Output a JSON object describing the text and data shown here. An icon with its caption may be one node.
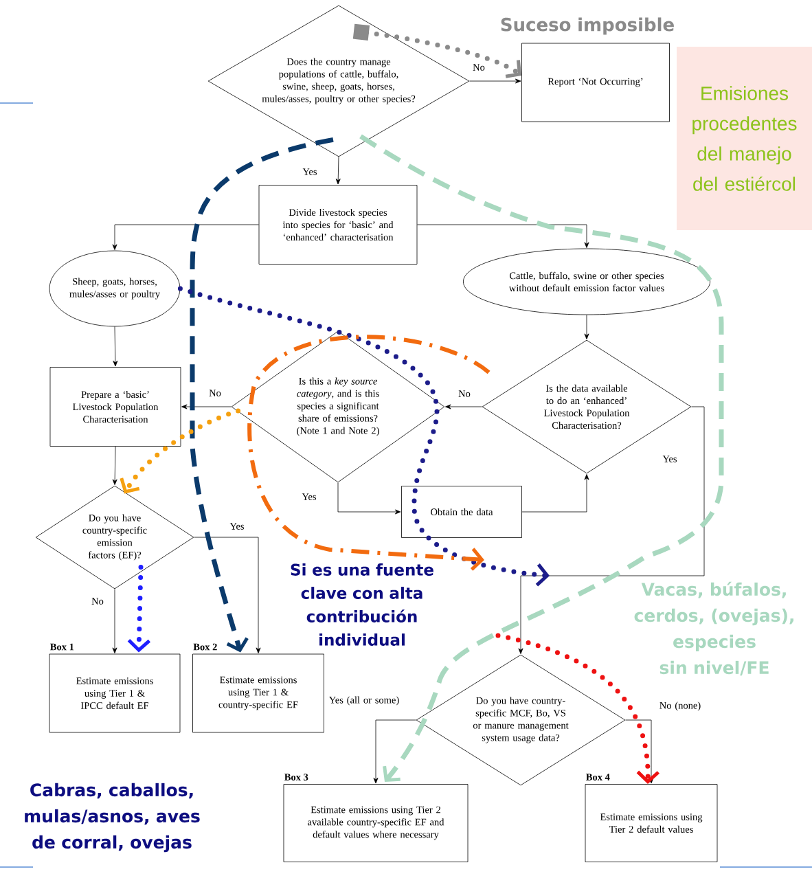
{
  "diagram": {
    "title": "Emisiones procedentes del manejo del estiércol",
    "nodes": [
      {
        "text": [
          "Does the country manage populations of cattle, buffalo, swine, sheep, goats, horses, mules/asses, poultry or other species?"
        ]
      },
      {
        "text": [
          "Report ‘Not Occurring’"
        ]
      },
      {
        "text": [
          "Divide livestock species into species for ‘basic’ and ‘enhanced’ characterisation"
        ]
      },
      {
        "text": [
          "Sheep, goats, horses, mules/asses or poultry"
        ]
      },
      {
        "text": [
          "Cattle, buffalo, swine or other species without default emission factor values"
        ]
      },
      {
        "text": [
          "Prepare a ‘basic’ Livestock Population Characterisation"
        ]
      },
      {
        "text": [
          "Is this a *key source category*, and is this species a significant share of emissions? (Note 1 and Note 2)"
        ]
      },
      {
        "text": [
          "Is the data available to do an ‘enhanced’ Livestock Population Characterisation?"
        ]
      },
      {
        "text": [
          "Obtain the data"
        ]
      },
      {
        "text": [
          "Do you have country-specific emission factors (EF)?"
        ]
      },
      {
        "text": [
          "Estimate emissions using Tier 1 & IPCC default EF"
        ],
        "beside": [
          "Box 1"
        ]
      },
      {
        "text": [
          "Estimate emissions using Tier 1 & country-specific EF"
        ],
        "beside": [
          "Box 2"
        ]
      },
      {
        "text": [
          "Do you have country-specific MCF, Bo, VS or manure management system usage data?"
        ]
      },
      {
        "text": [
          "Estimate emissions using Tier 2 available country-specific EF and default values where necessary"
        ],
        "beside": [
          "Box 3"
        ]
      },
      {
        "text": [
          "Estimate emissions using Tier 2 default values"
        ],
        "beside": [
          "Box 4"
        ]
      }
    ],
    "edges": [
      {
        "from": 0,
        "to": 1,
        "arrow": "to",
        "label": "No"
      },
      {
        "from": 0,
        "to": 2,
        "arrow": "to",
        "label": "Yes"
      },
      {
        "from": 2,
        "to": 3,
        "arrow": "to"
      },
      {
        "from": 2,
        "to": 4,
        "arrow": "to"
      },
      {
        "from": 3,
        "to": 5,
        "arrow": "to"
      },
      {
        "from": 4,
        "to": 7,
        "arrow": "to"
      },
      {
        "from": 7,
        "to": 6,
        "arrow": "to",
        "label": "No"
      },
      {
        "from": 7,
        "to": 12,
        "arrow": "to",
        "label": "Yes"
      },
      {
        "from": 6,
        "to": 5,
        "arrow": "to",
        "label": "No"
      },
      {
        "from": 6,
        "to": 8,
        "arrow": "to",
        "label": "Yes"
      },
      {
        "from": 8,
        "to": 7,
        "arrow": "to"
      },
      {
        "from": 5,
        "to": 9,
        "arrow": "to"
      },
      {
        "from": 9,
        "to": 10,
        "arrow": "to",
        "label": "No"
      },
      {
        "from": 9,
        "to": 11,
        "arrow": "to",
        "label": "Yes"
      },
      {
        "from": 12,
        "to": 13,
        "arrow": "to",
        "label": "Yes (all or some)"
      },
      {
        "from": 12,
        "to": 14,
        "arrow": "to",
        "label": "No (none)"
      },
      {
        "from": 0,
        "to": 1,
        "arrow": "to",
        "style": "dashed",
        "color": "#8a8a8a"
      },
      {
        "from": 0,
        "to": 11,
        "arrow": "to",
        "style": "dashed",
        "color": "#0b3a6b"
      },
      {
        "from": 0,
        "to": 13,
        "arrow": "to",
        "style": "dashed",
        "color": "#a8d8bf"
      },
      {
        "from": 3,
        "to": null,
        "arrow": "to",
        "style": "dashed",
        "color": "#1c1c8a"
      },
      {
        "from": 7,
        "to": null,
        "arrow": "to",
        "style": "dashed",
        "color": "#f26b0f"
      },
      {
        "from": 6,
        "to": 9,
        "arrow": "to",
        "style": "dashed",
        "color": "#f5a00f"
      },
      {
        "from": 9,
        "to": 10,
        "arrow": "to",
        "style": "dashed",
        "color": "#1f1fff"
      },
      {
        "from": null,
        "to": 14,
        "arrow": "to",
        "style": "dashed",
        "color": "#ee1111"
      }
    ],
    "labels": [
      "Suceso imposible",
      "Si es una fuente clave con alta contribución individual",
      "Vacas, búfalos, cerdos, (ovejas), especies sin nivel/FE",
      "Cabras, caballos, mulas/asnos, aves de corral, ovejas"
    ]
  }
}
